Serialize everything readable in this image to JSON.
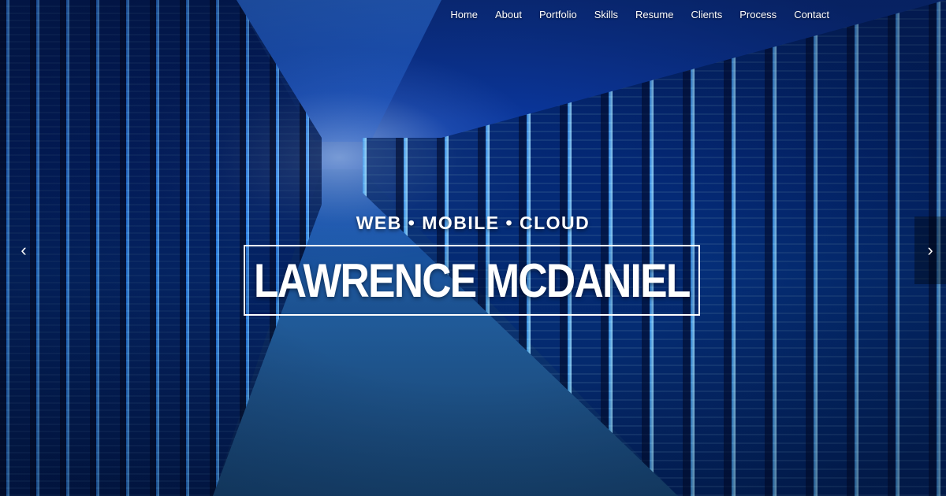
{
  "nav": {
    "items": [
      {
        "label": "Home"
      },
      {
        "label": "About"
      },
      {
        "label": "Portfolio"
      },
      {
        "label": "Skills"
      },
      {
        "label": "Resume"
      },
      {
        "label": "Clients"
      },
      {
        "label": "Process"
      },
      {
        "label": "Contact"
      }
    ]
  },
  "hero": {
    "tagline": "WEB • MOBILE • CLOUD",
    "title": "LAWRENCE MCDANIEL",
    "background_image": "server-room-corridor"
  },
  "carousel": {
    "prev_icon": "chevron-left-icon",
    "next_icon": "chevron-right-icon",
    "prev_glyph": "‹",
    "next_glyph": "›"
  },
  "colors": {
    "text": "#ffffff",
    "accent": "#0a3aa6"
  }
}
